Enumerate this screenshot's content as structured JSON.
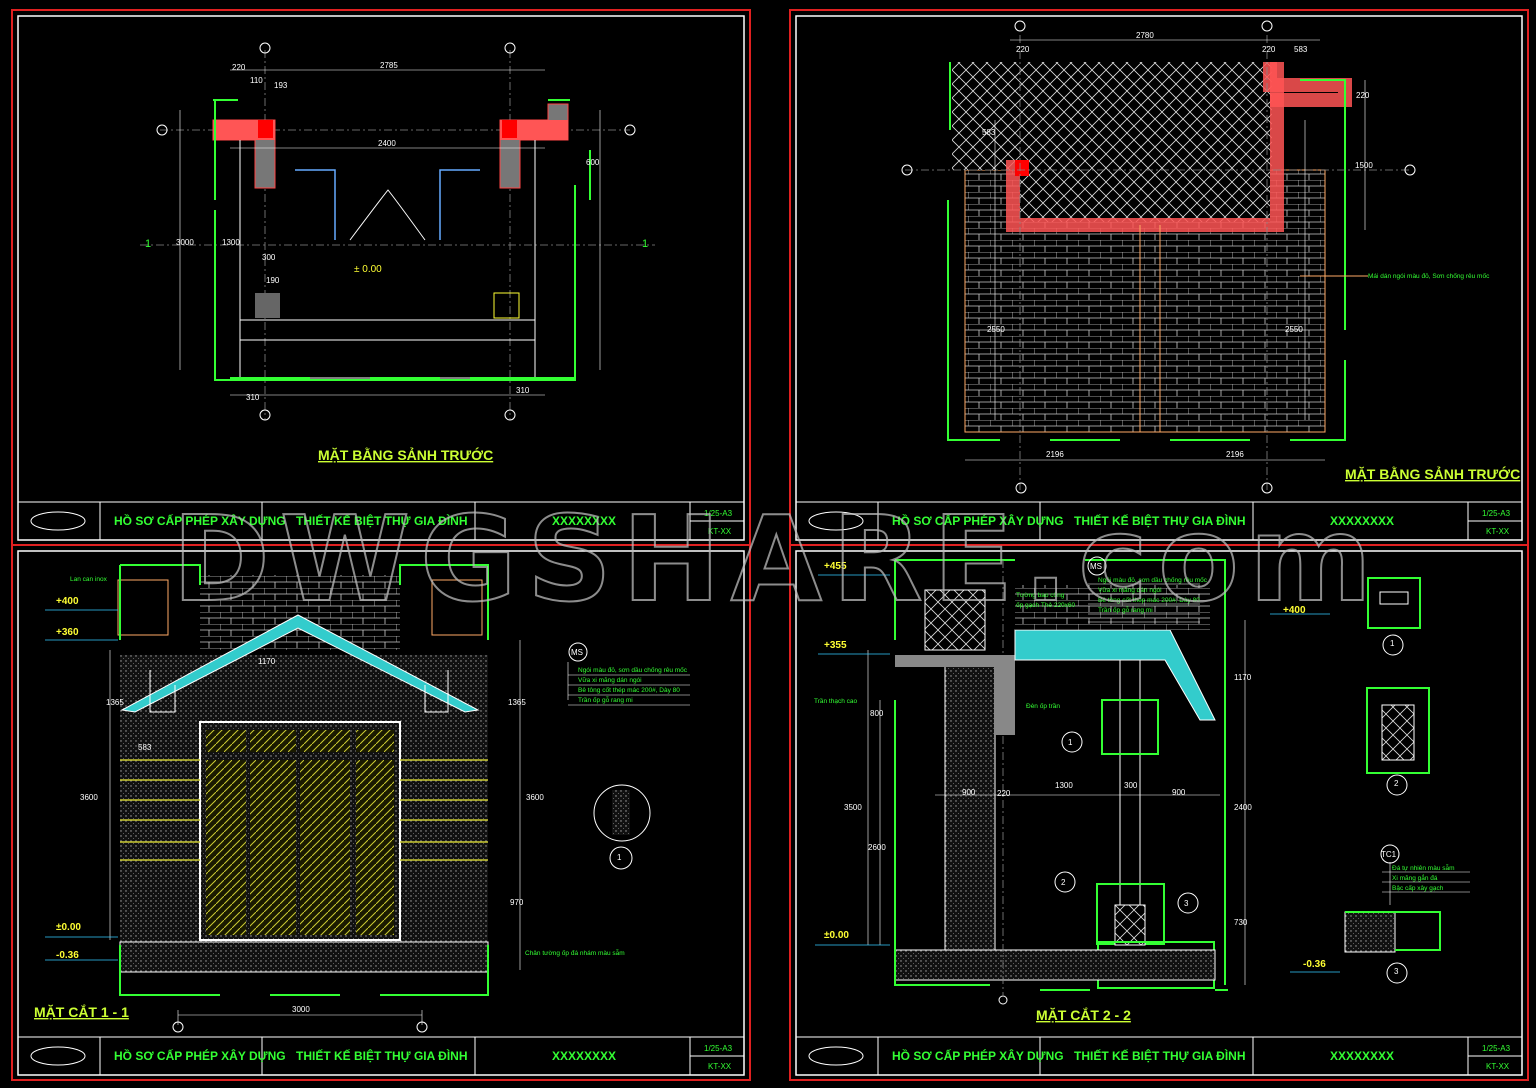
{
  "colors": {
    "frame": "#e02020",
    "border": "#ffffff",
    "text": "#33ff33",
    "title": "#ccff33",
    "wall": "#ff4040"
  },
  "watermark": "DWGSHARE.com",
  "title_block": {
    "project_type": "HỒ SƠ CẤP PHÉP XÂY DỰNG",
    "project_name": "THIẾT KẾ BIỆT THỰ GIA ĐÌNH",
    "code": "XXXXXXXX",
    "scale": "1/25-A3",
    "sheet": "KT-XX",
    "logo_icon": "company-logo"
  },
  "panels": {
    "plan_left": {
      "title": "MẶT BẰNG SẢNH TRƯỚC",
      "dims": [
        "2785",
        "2400",
        "220",
        "110",
        "193",
        "3000",
        "1300",
        "300",
        "190",
        "310",
        "310",
        "600",
        "± 0.00",
        "1",
        "1"
      ]
    },
    "plan_right": {
      "title": "MẶT BẰNG SẢNH TRƯỚC",
      "dims": [
        "2780",
        "220",
        "220",
        "583",
        "583",
        "220",
        "1500",
        "2196",
        "2196",
        "2550",
        "2550"
      ],
      "note": "Mái dán ngói màu đỏ, Sơn chống rêu mốc"
    },
    "section_1": {
      "title": "MẶT CẮT 1 - 1",
      "levels": [
        "+400",
        "+360",
        "±0.00",
        "-0.36"
      ],
      "dims": [
        "3000",
        "1365",
        "3600",
        "970",
        "583",
        "1170",
        "1365",
        "3600"
      ],
      "railing_note": "Lan can inox",
      "base_note": "Chân tường ốp đá nhám màu sẫm",
      "ms_tag": "MS",
      "ms_notes": [
        "Ngói màu đỏ, sơn dầu chống rêu mốc",
        "Vữa xi măng dán ngói",
        "Bê tông cốt thép mác 200#, Dày 80",
        "Trần ốp gỗ rang mi"
      ],
      "detail_tag": "1"
    },
    "section_2": {
      "title": "MẶT CẮT 2 - 2",
      "levels": [
        "+455",
        "+355",
        "±0.00",
        "-0.36",
        "+400"
      ],
      "dims": [
        "1300",
        "300",
        "900",
        "900",
        "220",
        "3500",
        "2600",
        "800",
        "1170",
        "2400",
        "730"
      ],
      "ms_tag": "MS",
      "ms_notes": [
        "Ngói màu đỏ, sơn dầu chống rêu mốc",
        "Vữa xi măng dán ngói",
        "Bê tông cốt thép mác 200#, Dày 80",
        "Trần ốp gỗ rang mi"
      ],
      "wall_notes": [
        "Tường bao cổng",
        "ốp gạch Thẻ 220x60"
      ],
      "ceiling_note": "Trần thạch cao",
      "lamp_note": "Đèn ốp trần",
      "tc1_tag": "TC1",
      "tc1_notes": [
        "Đá tự nhiên màu sẫm",
        "Xi măng gắn đá",
        "Bậc cấp xây gạch"
      ],
      "detail_tags": [
        "1",
        "2",
        "3"
      ]
    }
  }
}
